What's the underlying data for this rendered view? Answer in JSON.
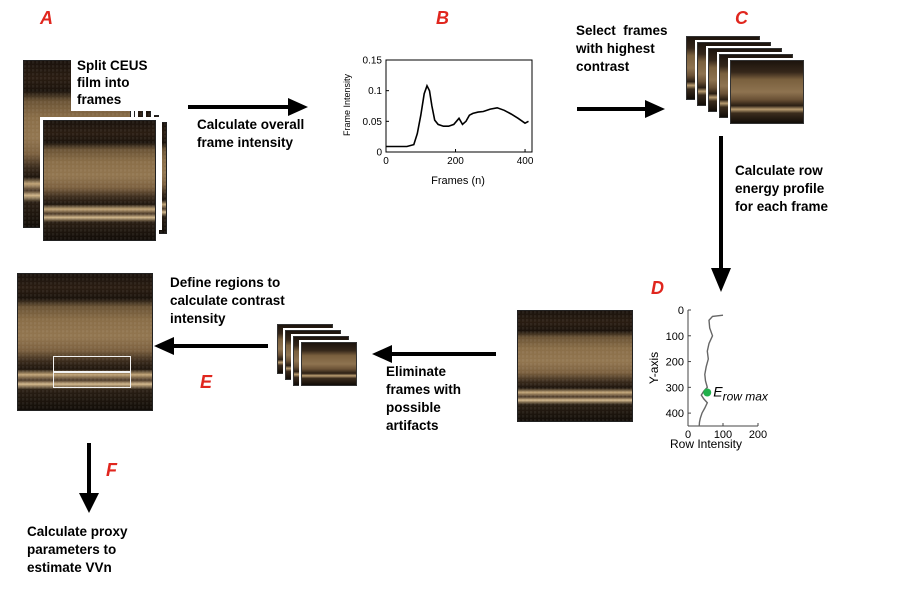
{
  "letters": {
    "a": "A",
    "b": "B",
    "c": "C",
    "d": "D",
    "e": "E",
    "f": "F"
  },
  "steps": {
    "split": [
      "Split CEUS",
      "film into",
      "frames"
    ],
    "calc_intensity": [
      "Calculate overall",
      "frame intensity"
    ],
    "select_frames": [
      "Select  frames",
      "with highest",
      "contrast"
    ],
    "row_energy": [
      "Calculate row",
      "energy profile",
      "for each frame"
    ],
    "eliminate": [
      "Eliminate",
      "frames with",
      "possible",
      "artifacts"
    ],
    "define_regions": [
      "Define regions to",
      "calculate contrast",
      "intensity"
    ],
    "proxy": [
      "Calculate proxy",
      "parameters to",
      "estimate VVn"
    ]
  },
  "chart_data": [
    {
      "type": "line",
      "xlabel": "Frames (n)",
      "ylabel": "Frame Intensity",
      "xlim": [
        0,
        420
      ],
      "ylim": [
        0,
        0.15
      ],
      "xticks": [
        0,
        200,
        400
      ],
      "yticks": [
        0,
        0.05,
        0.1,
        0.15
      ],
      "xtick_labels": [
        "0",
        "200",
        "400"
      ],
      "ytick_labels": [
        "0",
        "0.05",
        "0.1",
        "0.15"
      ],
      "grid": false,
      "x": [
        0,
        30,
        60,
        80,
        90,
        100,
        110,
        118,
        125,
        132,
        140,
        150,
        165,
        180,
        195,
        210,
        220,
        230,
        240,
        250,
        265,
        280,
        300,
        320,
        340,
        360,
        380,
        400,
        410
      ],
      "values": [
        0.009,
        0.009,
        0.009,
        0.012,
        0.03,
        0.06,
        0.095,
        0.108,
        0.1,
        0.075,
        0.052,
        0.045,
        0.042,
        0.042,
        0.045,
        0.055,
        0.045,
        0.05,
        0.06,
        0.063,
        0.065,
        0.066,
        0.07,
        0.072,
        0.068,
        0.062,
        0.055,
        0.047,
        0.05
      ]
    },
    {
      "type": "line",
      "xlabel": "Row Intensity",
      "ylabel": "Y-axis",
      "xlim": [
        0,
        200
      ],
      "ylim": [
        450,
        0
      ],
      "xticks": [
        0,
        100,
        200
      ],
      "yticks": [
        0,
        100,
        200,
        300,
        400
      ],
      "xtick_labels": [
        "0",
        "100",
        "200"
      ],
      "ytick_labels": [
        "0",
        "100",
        "200",
        "300",
        "400"
      ],
      "annotation": {
        "base": "E",
        "sub": "row max"
      },
      "marker_point": {
        "x": 55,
        "y": 320
      },
      "marker_color": "#22b14c",
      "grid": false,
      "x": [
        100,
        70,
        60,
        62,
        70,
        60,
        55,
        58,
        52,
        48,
        50,
        55,
        45,
        38,
        45,
        55,
        48,
        40,
        35,
        33,
        32
      ],
      "values": [
        20,
        25,
        40,
        70,
        100,
        130,
        160,
        190,
        220,
        250,
        275,
        300,
        315,
        330,
        345,
        360,
        380,
        400,
        420,
        435,
        450
      ]
    }
  ]
}
